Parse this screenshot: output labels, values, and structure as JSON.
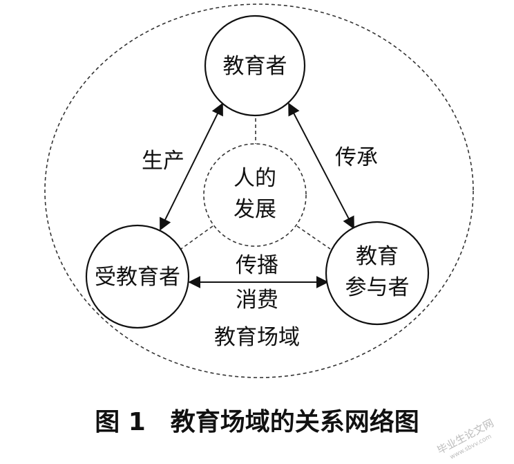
{
  "nodes": {
    "top": "教育者",
    "left": "受教育者",
    "right_line1": "教育",
    "right_line2": "参与者",
    "center_line1": "人的",
    "center_line2": "发展"
  },
  "edges": {
    "left_top": "生产",
    "right_top": "传承",
    "bottom_line1": "传播",
    "bottom_line2": "消费"
  },
  "field_label": "教育场域",
  "caption": "图 1　教育场域的关系网络图",
  "watermark": {
    "line1": "毕业生论文网",
    "line2": "www.sbvv.com"
  }
}
